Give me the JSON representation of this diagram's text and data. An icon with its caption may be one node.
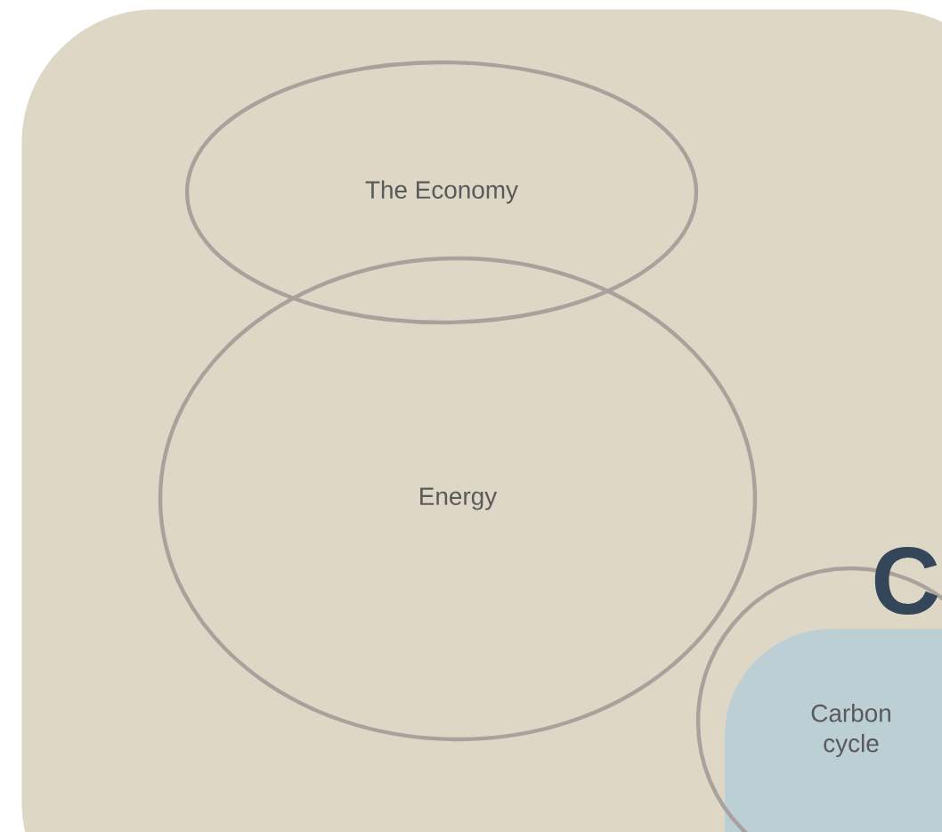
{
  "diagram": {
    "nodes": [
      {
        "text": [],
        "shape": "box"
      },
      {
        "text": [
          "The Economy"
        ],
        "in": 0
      },
      {
        "text": [
          "Energy"
        ],
        "in": 0
      },
      {
        "text": [],
        "shape": "circle",
        "in": 0
      },
      {
        "text": [
          "Carbon cycle"
        ],
        "in": 3
      }
    ],
    "labels": [
      "C"
    ]
  }
}
